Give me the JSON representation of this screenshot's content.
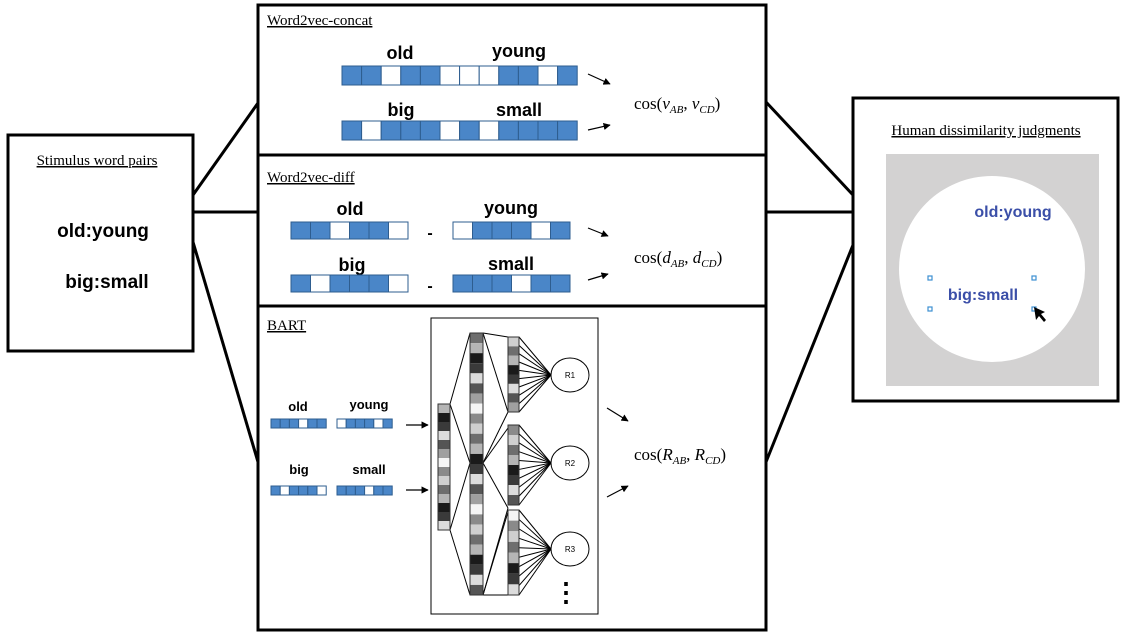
{
  "stimulus": {
    "title": "Stimulus word pairs",
    "pair1": "old:young",
    "pair2": "big:small"
  },
  "concat_panel": {
    "title": "Word2vec-concat",
    "word_a": "old",
    "word_b": "young",
    "word_c": "big",
    "word_d": "small",
    "bits_ab": [
      1,
      1,
      0,
      1,
      1,
      0,
      0,
      0,
      1,
      1,
      0,
      1
    ],
    "bits_cd": [
      1,
      0,
      1,
      1,
      1,
      0,
      1,
      0,
      1,
      1,
      1,
      1
    ]
  },
  "diff_panel": {
    "title": "Word2vec-diff",
    "word_a": "old",
    "word_b": "young",
    "word_c": "big",
    "word_d": "small",
    "minus": "-",
    "bits_a": [
      1,
      1,
      0,
      1,
      1,
      0
    ],
    "bits_b": [
      0,
      1,
      1,
      1,
      0,
      1
    ],
    "bits_c": [
      1,
      0,
      1,
      1,
      1,
      0
    ],
    "bits_d": [
      1,
      1,
      1,
      0,
      1,
      1
    ]
  },
  "bart_panel": {
    "title": "BART",
    "word_a": "old",
    "word_b": "young",
    "word_c": "big",
    "word_d": "small",
    "relations": [
      "R1",
      "R2",
      "R3"
    ],
    "ellipsis": "⋮",
    "bits_a": [
      1,
      1,
      1,
      0,
      1,
      1
    ],
    "bits_b": [
      0,
      1,
      1,
      1,
      0,
      1
    ],
    "bits_c": [
      1,
      0,
      1,
      1,
      1,
      0
    ],
    "bits_d": [
      1,
      1,
      1,
      0,
      1,
      1
    ]
  },
  "human_panel": {
    "title": "Human dissimilarity judgments",
    "label1": "old:young",
    "label2": "big:small"
  },
  "colors": {
    "cell_fill": "#4a86c8",
    "cell_stroke": "#2e5d8f",
    "label_blue": "#3b4fa8",
    "gray_bg": "#d3d2d2",
    "handle": "#3d8fd1"
  }
}
